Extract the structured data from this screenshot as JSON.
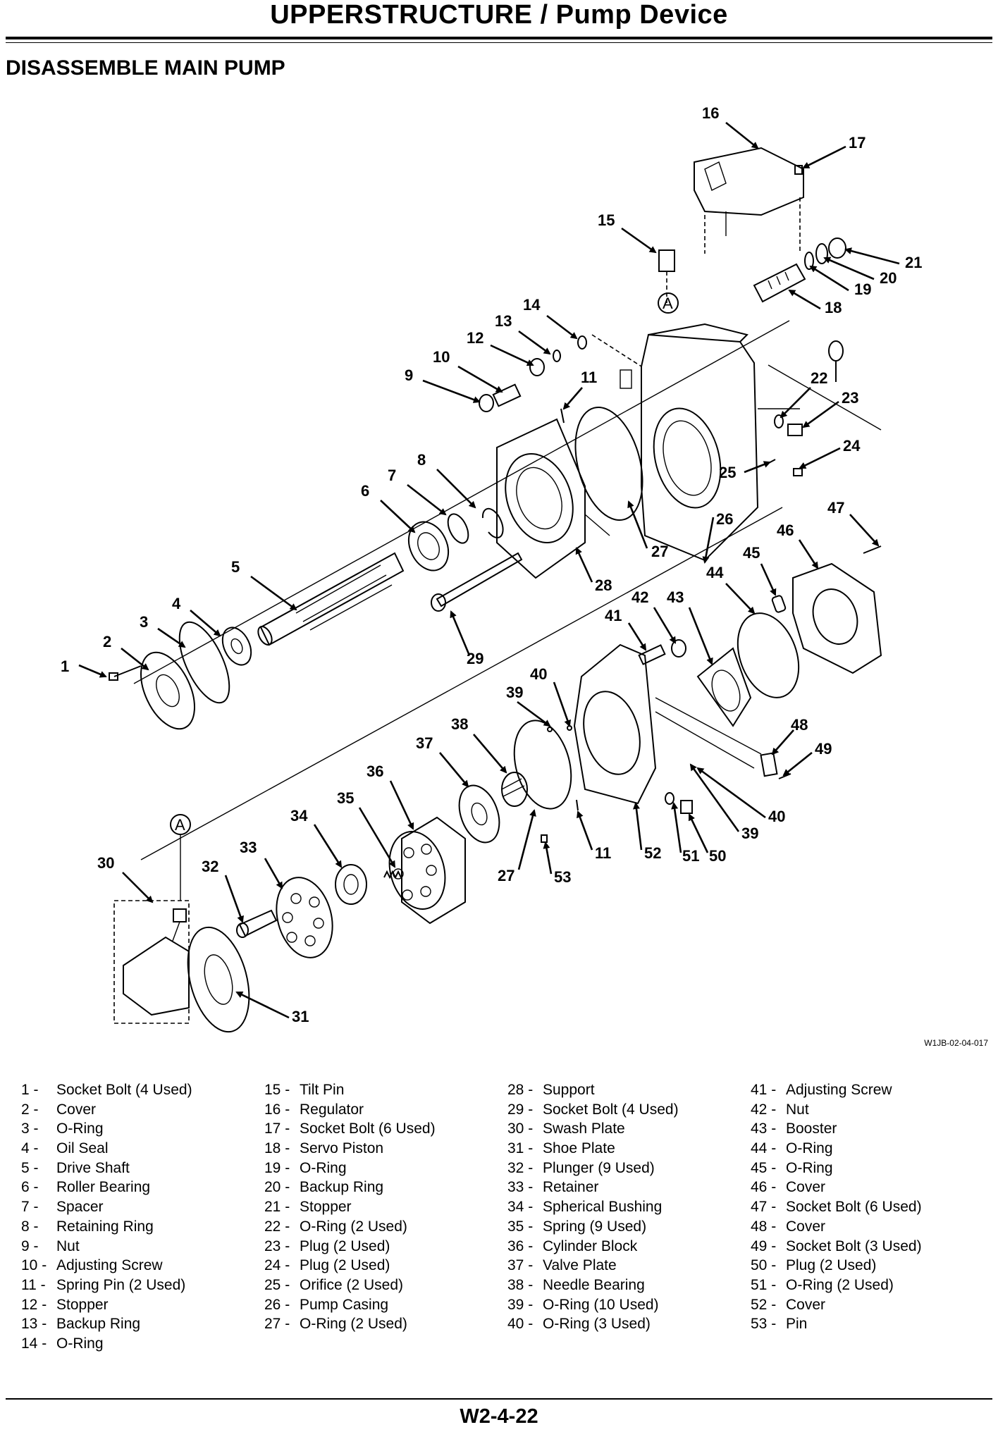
{
  "header": {
    "title": "UPPERSTRUCTURE / Pump Device",
    "section_title": "DISASSEMBLE MAIN PUMP"
  },
  "figure": {
    "code": "W1JB-02-04-017",
    "view_marker": "A",
    "callouts": [
      "1",
      "2",
      "3",
      "4",
      "5",
      "6",
      "7",
      "8",
      "9",
      "10",
      "11",
      "12",
      "13",
      "14",
      "15",
      "16",
      "17",
      "18",
      "19",
      "20",
      "21",
      "22",
      "23",
      "24",
      "25",
      "26",
      "27",
      "28",
      "29",
      "30",
      "31",
      "32",
      "33",
      "34",
      "35",
      "36",
      "37",
      "38",
      "39",
      "40",
      "41",
      "42",
      "43",
      "44",
      "45",
      "46",
      "47",
      "48",
      "49",
      "50",
      "51",
      "52",
      "53"
    ]
  },
  "legend": {
    "columns": [
      [
        {
          "num": "1 -",
          "label": "Socket Bolt (4 Used)"
        },
        {
          "num": "2 -",
          "label": "Cover"
        },
        {
          "num": "3 -",
          "label": "O-Ring"
        },
        {
          "num": "4 -",
          "label": "Oil Seal"
        },
        {
          "num": "5 -",
          "label": "Drive Shaft"
        },
        {
          "num": "6 -",
          "label": "Roller Bearing"
        },
        {
          "num": "7 -",
          "label": "Spacer"
        },
        {
          "num": "8 -",
          "label": "Retaining Ring"
        },
        {
          "num": "9 -",
          "label": "Nut"
        },
        {
          "num": "10 -",
          "label": "Adjusting Screw"
        },
        {
          "num": "11 -",
          "label": "Spring Pin (2 Used)"
        },
        {
          "num": "12 -",
          "label": "Stopper"
        },
        {
          "num": "13 -",
          "label": "Backup Ring"
        },
        {
          "num": "14 -",
          "label": "O-Ring"
        }
      ],
      [
        {
          "num": "15 -",
          "label": "Tilt Pin"
        },
        {
          "num": "16 -",
          "label": "Regulator"
        },
        {
          "num": "17 -",
          "label": "Socket Bolt (6 Used)"
        },
        {
          "num": "18 -",
          "label": "Servo Piston"
        },
        {
          "num": "19 -",
          "label": "O-Ring"
        },
        {
          "num": "20 -",
          "label": "Backup Ring"
        },
        {
          "num": "21 -",
          "label": "Stopper"
        },
        {
          "num": "22 -",
          "label": "O-Ring (2 Used)"
        },
        {
          "num": "23 -",
          "label": "Plug (2 Used)"
        },
        {
          "num": "24 -",
          "label": "Plug (2 Used)"
        },
        {
          "num": "25 -",
          "label": "Orifice (2 Used)"
        },
        {
          "num": "26 -",
          "label": "Pump Casing"
        },
        {
          "num": "27 -",
          "label": "O-Ring (2 Used)"
        }
      ],
      [
        {
          "num": "28 -",
          "label": "Support"
        },
        {
          "num": "29 -",
          "label": "Socket Bolt (4 Used)"
        },
        {
          "num": "30 -",
          "label": "Swash Plate"
        },
        {
          "num": "31 -",
          "label": "Shoe Plate"
        },
        {
          "num": "32 -",
          "label": "Plunger (9 Used)"
        },
        {
          "num": "33 -",
          "label": "Retainer"
        },
        {
          "num": "34 -",
          "label": "Spherical Bushing"
        },
        {
          "num": "35 -",
          "label": "Spring (9 Used)"
        },
        {
          "num": "36 -",
          "label": "Cylinder Block"
        },
        {
          "num": "37 -",
          "label": "Valve Plate"
        },
        {
          "num": "38 -",
          "label": "Needle Bearing"
        },
        {
          "num": "39 -",
          "label": "O-Ring (10 Used)"
        },
        {
          "num": "40 -",
          "label": "O-Ring (3 Used)"
        }
      ],
      [
        {
          "num": "41 -",
          "label": "Adjusting Screw"
        },
        {
          "num": "42 -",
          "label": "Nut"
        },
        {
          "num": "43 -",
          "label": "Booster"
        },
        {
          "num": "44 -",
          "label": "O-Ring"
        },
        {
          "num": "45 -",
          "label": "O-Ring"
        },
        {
          "num": "46 -",
          "label": "Cover"
        },
        {
          "num": "47 -",
          "label": "Socket Bolt (6 Used)"
        },
        {
          "num": "48 -",
          "label": "Cover"
        },
        {
          "num": "49 -",
          "label": "Socket Bolt (3 Used)"
        },
        {
          "num": "50 -",
          "label": "Plug (2 Used)"
        },
        {
          "num": "51 -",
          "label": "O-Ring (2 Used)"
        },
        {
          "num": "52 -",
          "label": "Cover"
        },
        {
          "num": "53 -",
          "label": "Pin"
        }
      ]
    ]
  },
  "footer": {
    "page_number": "W2-4-22"
  }
}
